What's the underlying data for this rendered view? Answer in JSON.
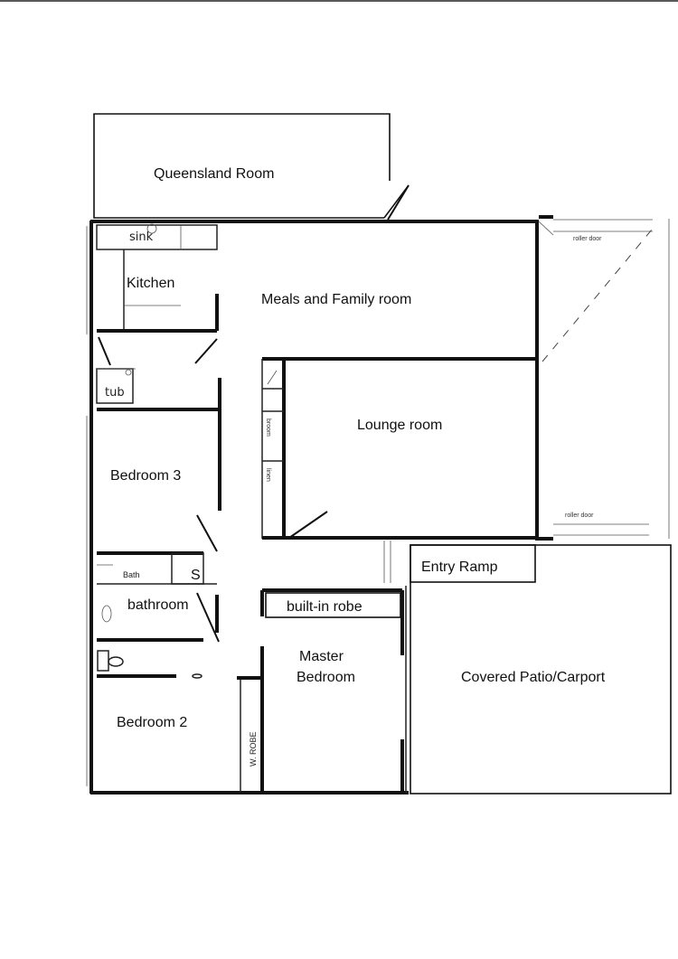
{
  "rooms": {
    "queensland_room": "Queensland Room",
    "kitchen": "Kitchen",
    "meals_family": "Meals and Family room",
    "lounge": "Lounge room",
    "bedroom3": "Bedroom 3",
    "bathroom": "bathroom",
    "bedroom2": "Bedroom 2",
    "master_bedroom_line1": "Master",
    "master_bedroom_line2": "Bedroom",
    "built_in_robe": "built-in robe",
    "entry_ramp": "Entry Ramp",
    "covered_patio": "Covered Patio/Carport"
  },
  "fixtures": {
    "sink": "sink",
    "tub": "tub",
    "bath": "Bath",
    "shower": "S",
    "wrobe": "W. ROBE",
    "broom": "broom",
    "linen": "linen",
    "roller_door_top": "roller door",
    "roller_door_bottom": "roller door"
  },
  "colors": {
    "ink": "#111111",
    "paper": "#ffffff"
  }
}
